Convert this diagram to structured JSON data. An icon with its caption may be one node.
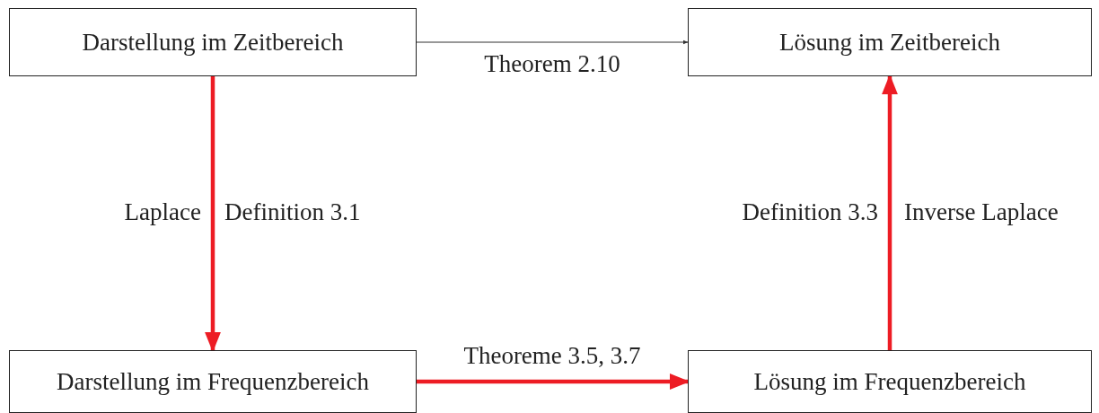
{
  "diagram": {
    "nodes": [
      {
        "text": [
          "Darstellung im Zeitbereich"
        ]
      },
      {
        "text": [
          "Lösung im Zeitbereich"
        ]
      },
      {
        "text": [
          "Darstellung im Frequenzbereich"
        ]
      },
      {
        "text": [
          "Lösung im Frequenzbereich"
        ]
      }
    ],
    "edges": [
      {
        "from": 0,
        "to": 1,
        "arrow": "to",
        "label": "Theorem 2.10",
        "color": "#333333"
      },
      {
        "from": 0,
        "to": 2,
        "arrow": "to",
        "label": "Laplace"
      },
      {
        "from": 2,
        "to": 3,
        "arrow": "to",
        "label": "Theoreme 3.5, 3.7"
      },
      {
        "from": 3,
        "to": 1,
        "arrow": "to",
        "label": "Inverse Laplace"
      }
    ],
    "labels": [
      "Definition 3.1",
      "Definition 3.3"
    ]
  }
}
